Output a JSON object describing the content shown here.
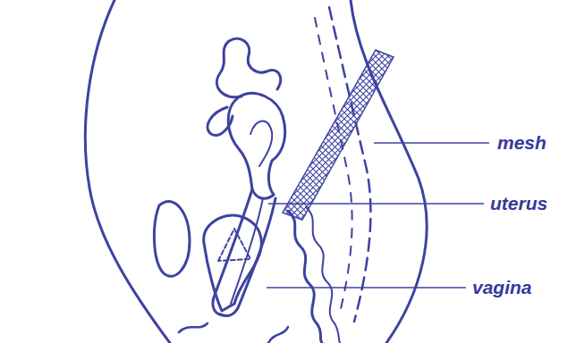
{
  "diagram": {
    "labels": [
      "mesh",
      "uterus",
      "vagina"
    ]
  }
}
